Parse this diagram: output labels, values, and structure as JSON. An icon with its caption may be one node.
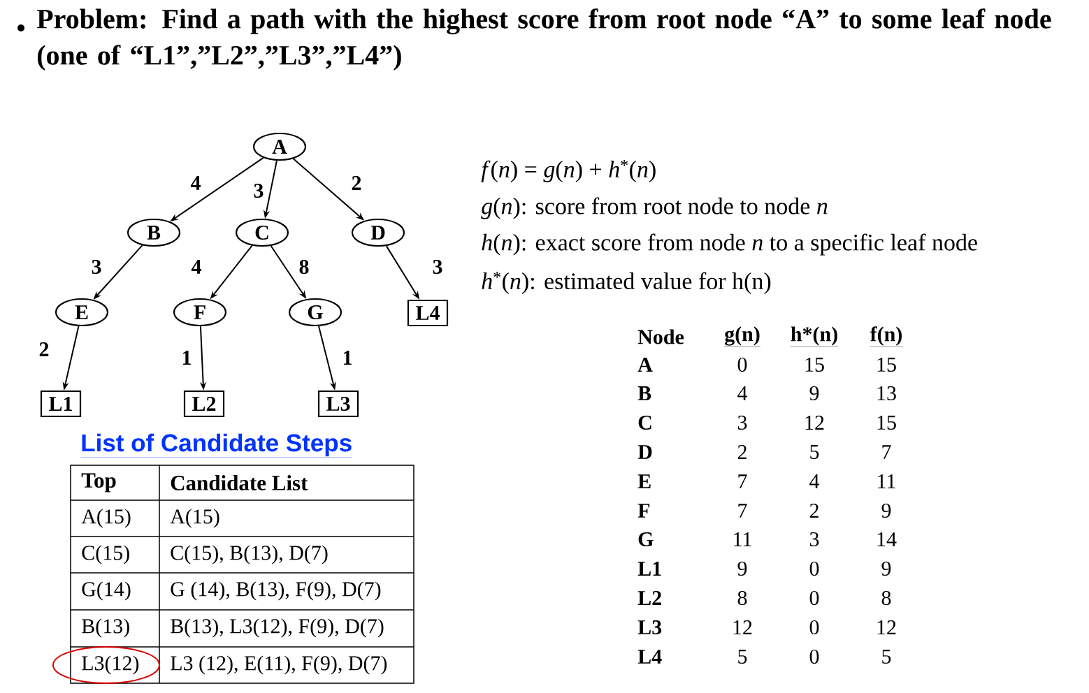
{
  "diagram": {
    "title": "Problem: Find a path with the highest score from root node “A” to some leaf node (one of “L1”,”L2”,”L3”,”L4”)",
    "nodes": [
      {
        "text": [
          "A"
        ]
      },
      {
        "text": [
          "B"
        ]
      },
      {
        "text": [
          "C"
        ]
      },
      {
        "text": [
          "D"
        ]
      },
      {
        "text": [
          "E"
        ]
      },
      {
        "text": [
          "F"
        ]
      },
      {
        "text": [
          "G"
        ]
      },
      {
        "text": [
          "L4"
        ]
      },
      {
        "text": [
          "L1"
        ]
      },
      {
        "text": [
          "L2"
        ]
      },
      {
        "text": [
          "L3"
        ]
      }
    ],
    "edges": [
      {
        "from": 0,
        "to": 1,
        "arrow": "to",
        "label": "4"
      },
      {
        "from": 0,
        "to": 2,
        "arrow": "to",
        "label": "3"
      },
      {
        "from": 0,
        "to": 3,
        "arrow": "to",
        "label": "2"
      },
      {
        "from": 1,
        "to": 4,
        "arrow": "to",
        "label": "3"
      },
      {
        "from": 2,
        "to": 5,
        "arrow": "to",
        "label": "4"
      },
      {
        "from": 2,
        "to": 6,
        "arrow": "to",
        "label": "8"
      },
      {
        "from": 3,
        "to": 7,
        "arrow": "to",
        "label": "3"
      },
      {
        "from": 4,
        "to": 8,
        "arrow": "to",
        "label": "2"
      },
      {
        "from": 5,
        "to": 9,
        "arrow": "to",
        "label": "1"
      },
      {
        "from": 6,
        "to": 10,
        "arrow": "to",
        "label": "1"
      }
    ],
    "labels": [
      "*f*(*n*) = *g*(*n*) + *h*$^{*}$(*n*)",
      "*g*(*n*): score from root node to node *n*",
      "*h*(*n*): exact score from node *n* to a specific leaf node",
      "*h*$^{*}$(*n*): estimated value for h(n)",
      "List of Candidate Steps",
      "Top",
      "Candidate List",
      "A(15)",
      "A(15)",
      "C(15)",
      "C(15), B(13), D(7)",
      "G(14)",
      "G (14), B(13), F(9), D(7)",
      "B(13)",
      "B(13), L3(12), F(9), D(7)",
      "L3(12)",
      "L3 (12), E(11), F(9), D(7)",
      "Node",
      "g(n)",
      "h*(n)",
      "f(n)",
      "A",
      "0",
      "15",
      "15",
      "B",
      "4",
      "9",
      "13",
      "C",
      "3",
      "12",
      "15",
      "D",
      "2",
      "5",
      "7",
      "E",
      "7",
      "4",
      "11",
      "F",
      "7",
      "2",
      "9",
      "G",
      "11",
      "3",
      "14",
      "L1",
      "9",
      "0",
      "9",
      "L2",
      "8",
      "0",
      "8",
      "L3",
      "12",
      "0",
      "12",
      "L4",
      "5",
      "0",
      "5"
    ]
  }
}
